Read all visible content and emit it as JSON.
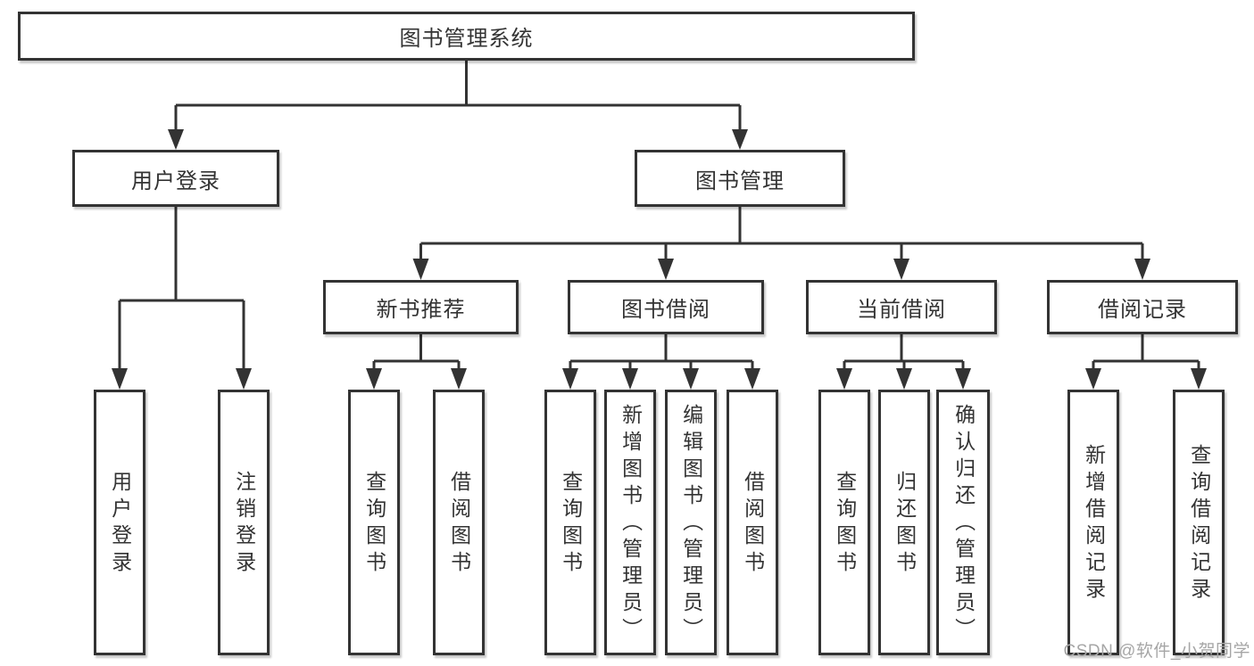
{
  "nodes": {
    "root": "图书管理系统",
    "level2": {
      "user_login": "用户登录",
      "book_manage": "图书管理"
    },
    "level3": {
      "recommend": "新书推荐",
      "borrow": "图书借阅",
      "current": "当前借阅",
      "records": "借阅记录"
    }
  },
  "leaves": {
    "login": [
      "用户登录",
      "注销登录"
    ],
    "recommend": [
      "查询图书",
      "借阅图书"
    ],
    "borrow": [
      "查询图书",
      "新增图书（管理员）",
      "编辑图书（管理员）",
      "借阅图书"
    ],
    "current": [
      "查询图书",
      "归还图书",
      "确认归还（管理员）"
    ],
    "records": [
      "新增借阅记录",
      "查询借阅记录"
    ]
  },
  "watermark": {
    "text": "CSDN @软件_小贺同学"
  },
  "colors": {
    "line": "#333333",
    "text": "#333333",
    "box_border": "#333333",
    "background": "#ffffff",
    "watermark": "#a6a6a6"
  }
}
